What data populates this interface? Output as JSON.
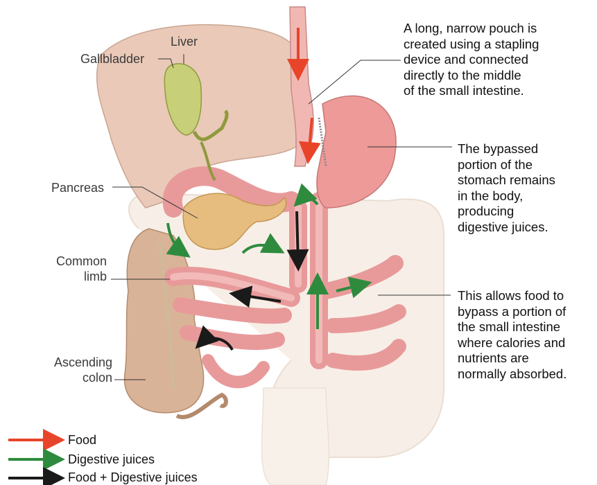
{
  "labels": {
    "liver": "Liver",
    "gallbladder": "Gallbladder",
    "pancreas": "Pancreas",
    "common_limb": [
      "Common",
      "limb"
    ],
    "ascending_colon": [
      "Ascending",
      "colon"
    ]
  },
  "callouts": {
    "pouch": [
      "A long, narrow pouch is",
      "created using a stapling",
      "device and connected",
      "directly to the middle",
      "of the small intestine."
    ],
    "stomach": [
      "The bypassed",
      "portion of the",
      "stomach remains",
      "in the body,",
      "producing",
      "digestive juices."
    ],
    "bypass": [
      "This allows food to",
      "bypass a portion of",
      "the small intestine",
      "where calories and",
      "nutrients are",
      "normally absorbed."
    ]
  },
  "legend": [
    {
      "label": "Food",
      "color": "#e8442a"
    },
    {
      "label": "Digestive juices",
      "color": "#2e8b3e"
    },
    {
      "label": "Food + Digestive juices",
      "color": "#1a1a1a"
    }
  ],
  "colors": {
    "food": "#e8442a",
    "juices": "#2e8b3e",
    "combined": "#1a1a1a"
  }
}
